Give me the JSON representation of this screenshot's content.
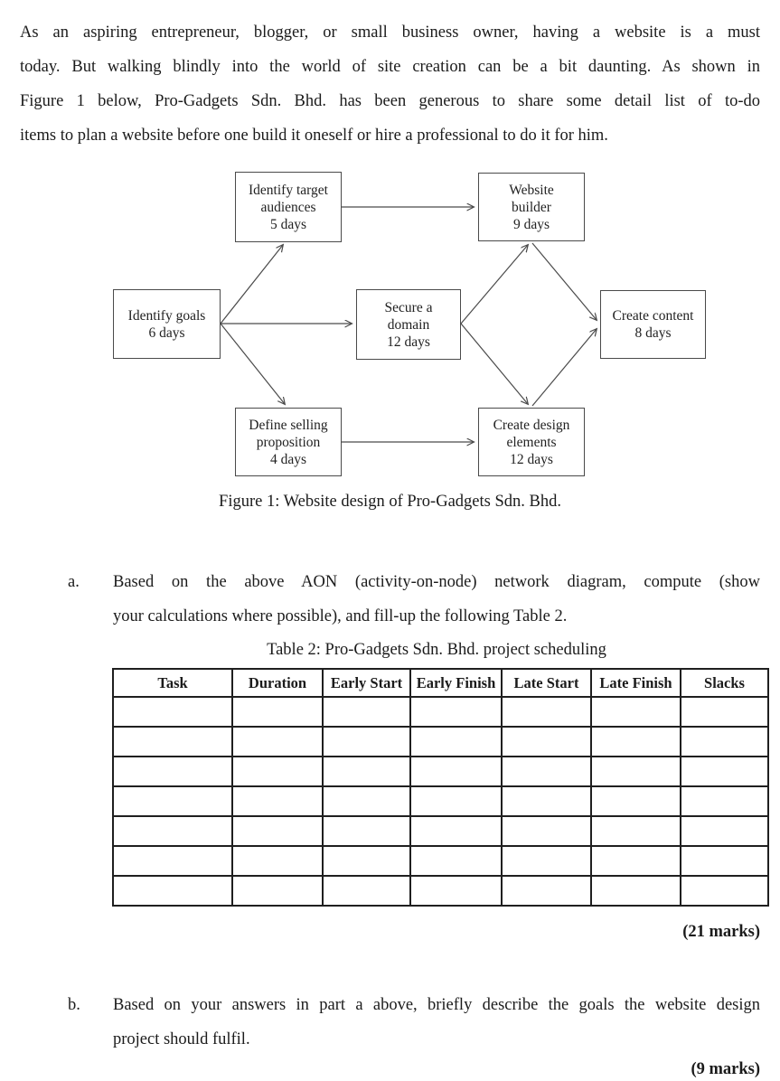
{
  "intro": {
    "lines": [
      "As an aspiring entrepreneur, blogger, or small business owner, having a website is a must",
      "today. But walking blindly into the world of site creation can be a bit daunting. As shown in",
      "Figure 1 below, Pro-Gadgets Sdn. Bhd. has been generous to share some detail list of to-do",
      "items to plan a website before one build it oneself or hire a professional to do it for him."
    ]
  },
  "figure": {
    "caption": "Figure 1: Website design of Pro-Gadgets Sdn. Bhd.",
    "nodes": [
      {
        "label": "Identify goals",
        "duration": "6 days"
      },
      {
        "label": "Identify target audiences",
        "duration": "5 days"
      },
      {
        "label": "Website builder",
        "duration": "9 days"
      },
      {
        "label": "Secure a domain",
        "duration": "12 days"
      },
      {
        "label": "Create content",
        "duration": "8 days"
      },
      {
        "label": "Define selling proposition",
        "duration": "4 days"
      },
      {
        "label": "Create design elements",
        "duration": "12 days"
      }
    ],
    "edges": [
      {
        "from": "Identify goals",
        "to": "Identify target audiences"
      },
      {
        "from": "Identify goals",
        "to": "Secure a domain"
      },
      {
        "from": "Identify goals",
        "to": "Define selling proposition"
      },
      {
        "from": "Identify target audiences",
        "to": "Website builder"
      },
      {
        "from": "Secure a domain",
        "to": "Website builder"
      },
      {
        "from": "Secure a domain",
        "to": "Create design elements"
      },
      {
        "from": "Define selling proposition",
        "to": "Create design elements"
      },
      {
        "from": "Website builder",
        "to": "Create content"
      },
      {
        "from": "Create design elements",
        "to": "Create content"
      }
    ]
  },
  "question_a": {
    "label": "a.",
    "lines": [
      "Based on the above AON (activity-on-node) network diagram, compute (show",
      "your calculations where possible), and fill-up the following Table 2."
    ],
    "marks": "(21 marks)"
  },
  "table": {
    "caption": "Table 2: Pro-Gadgets Sdn. Bhd. project scheduling",
    "headers": [
      "Task",
      "Duration",
      "Early Start",
      "Early Finish",
      "Late Start",
      "Late Finish",
      "Slacks"
    ],
    "empty_rows": 7
  },
  "question_b": {
    "label": "b.",
    "lines": [
      "Based on your answers in part a above, briefly describe the goals the website design",
      "project should fulfil."
    ],
    "marks": "(9 marks)"
  }
}
